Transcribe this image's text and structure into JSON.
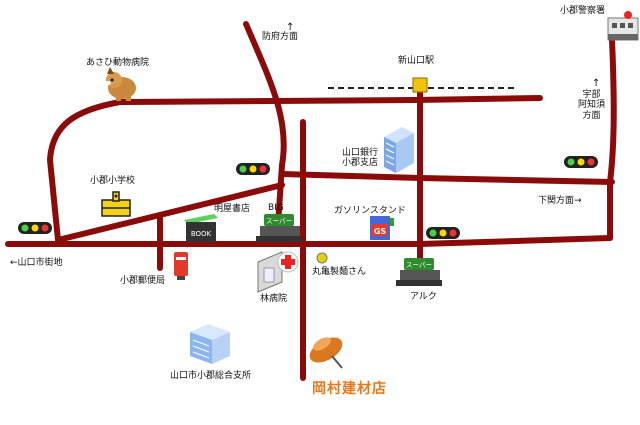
{
  "labels": {
    "asahi_hospital": "あさひ動物病院",
    "hofu": "防府方面",
    "shin_yamaguchi": "新山口駅",
    "police": "小郡警察署",
    "ube": [
      "宇部",
      "阿知須",
      "方面"
    ],
    "bank": [
      "山口銀行",
      "小郡支店"
    ],
    "school": "小郡小学校",
    "shimonoseki": "下関方面→",
    "meiya": "明屋書店",
    "big": "BIG",
    "gas": "ガソリンスタンド",
    "yamaguchi_city": "←山口市街地",
    "marukame": "丸亀製麺さん",
    "post": "小郡郵便局",
    "hayashi": "林病院",
    "aruku": "アルク",
    "branch_office": "山口市小郡総合支所",
    "destination": "岡村建材店"
  },
  "sign_text": {
    "book": "BOOK",
    "super1": "スーパー",
    "super2": "スーパー",
    "gs": "GS"
  },
  "colors": {
    "road": "#8b0a0a",
    "destination": "#e8761a",
    "pin": "#d9781e",
    "station": "#f4c20d"
  }
}
